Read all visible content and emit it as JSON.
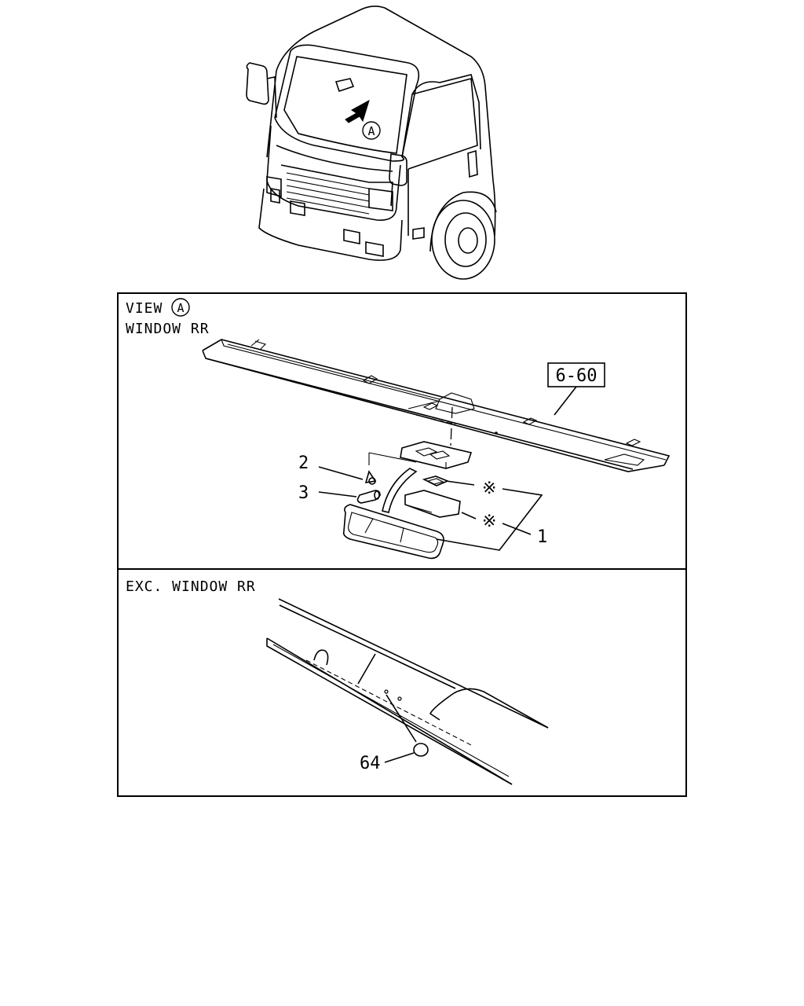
{
  "view_label": "VIEW",
  "view_circle": "A",
  "truck_view_marker": "A",
  "panel_top": {
    "title": "WINDOW RR",
    "ref_box": "6-60",
    "callouts": {
      "c1": "1",
      "c2": "2",
      "c3": "3",
      "star_a": "※",
      "star_b": "※"
    }
  },
  "panel_bottom": {
    "title": "EXC. WINDOW RR",
    "callouts": {
      "c64": "64"
    }
  },
  "icons": [
    "truck-cab-illustration",
    "view-arrow-icon",
    "rearview-mirror-part",
    "screw-part",
    "pin-part",
    "plug-part"
  ]
}
